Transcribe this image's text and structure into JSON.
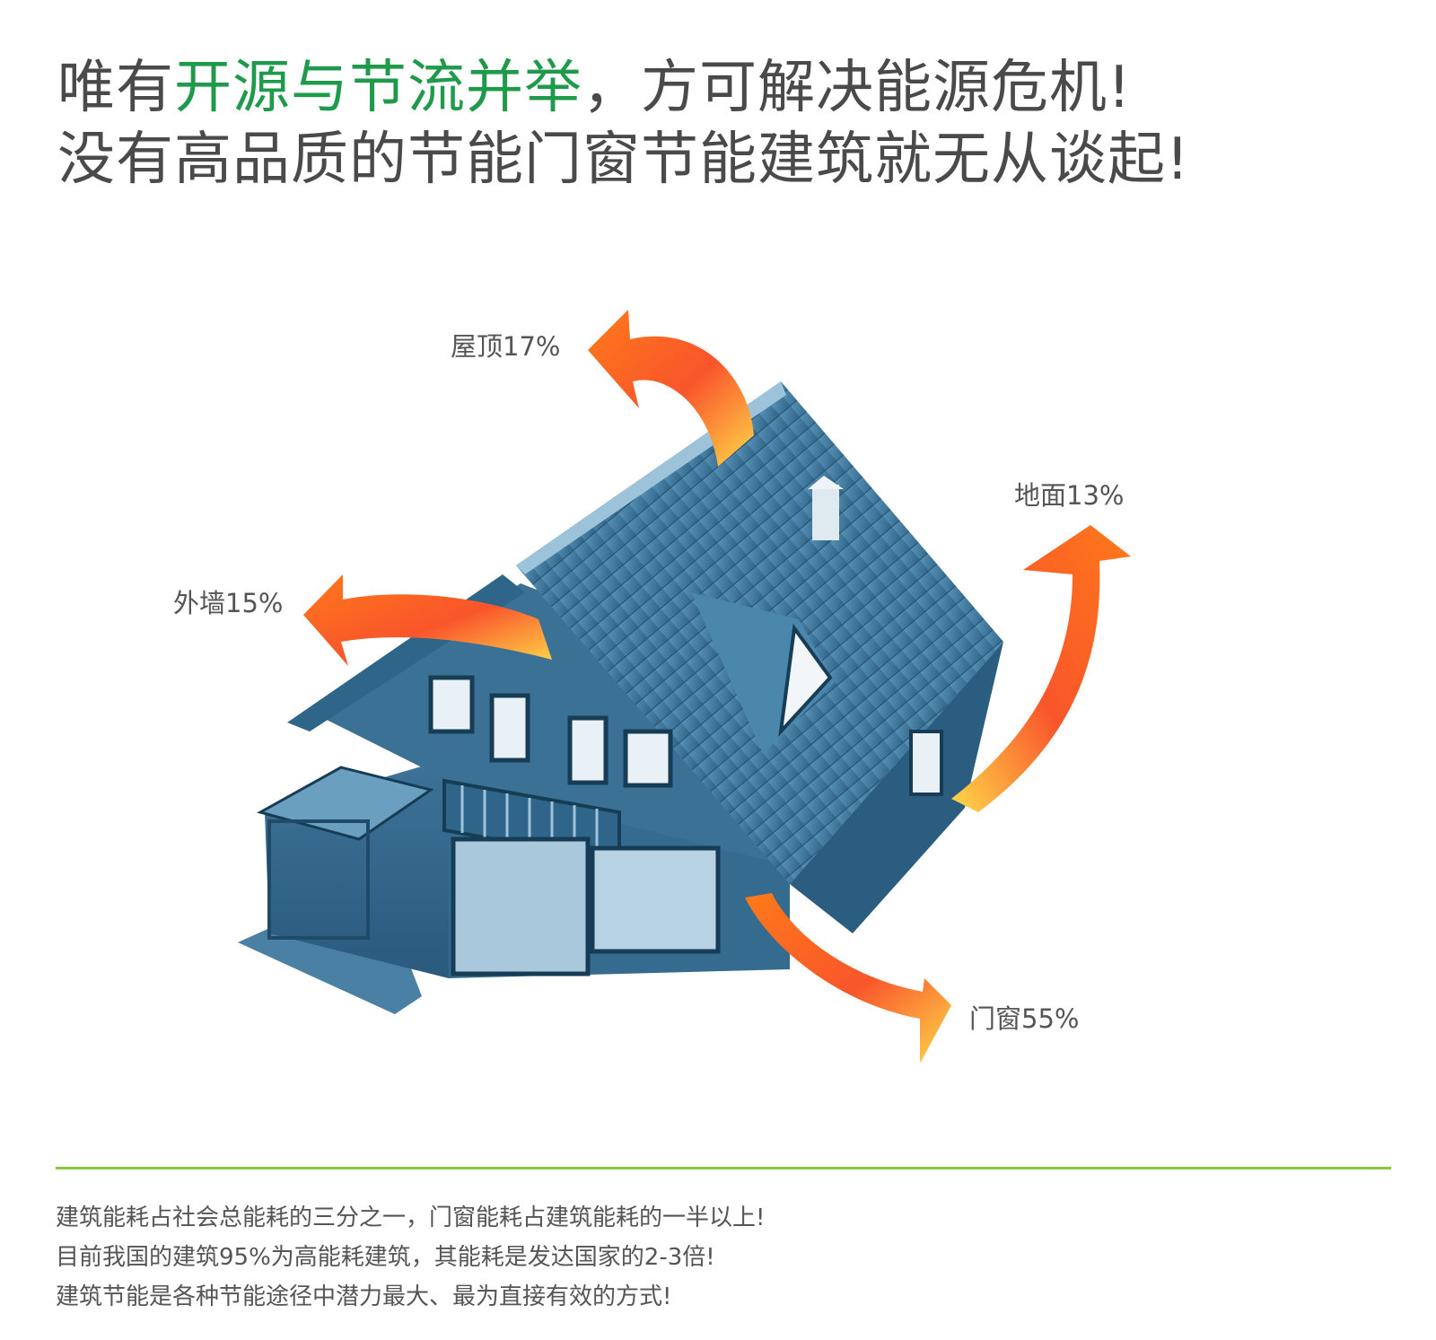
{
  "headline": {
    "line1_prefix": "唯有",
    "line1_highlight": "开源与节流并举",
    "line1_suffix": "，方可解决能源危机!",
    "line2": "没有高品质的节能门窗节能建筑就无从谈起!"
  },
  "labels": {
    "roof": "屋顶17%",
    "ground": "地面13%",
    "wall": "外墙15%",
    "window": "门窗55%"
  },
  "notes": [
    "建筑能耗占社会总能耗的三分之一，门窗能耗占建筑能耗的一半以上!",
    "目前我国的建筑95%为高能耗建筑，其能耗是发达国家的2-3倍!",
    "建筑节能是各种节能途径中潜力最大、最为直接有效的方式!"
  ],
  "colors": {
    "headline_highlight": "#1f9a4a",
    "divider": "#8cc63f",
    "house": "#3f7799",
    "arrow_orange": "#f26522",
    "arrow_yellow": "#ffd84a"
  }
}
